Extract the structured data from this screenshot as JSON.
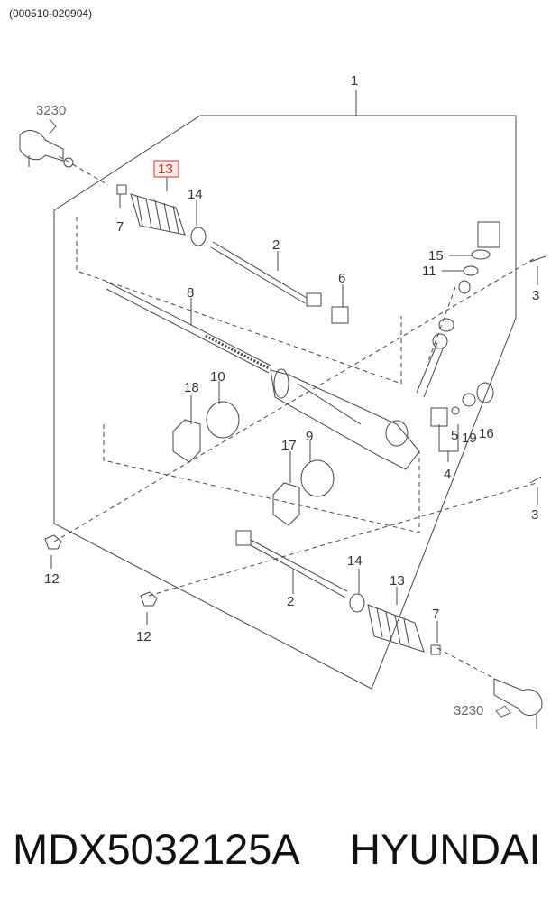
{
  "header": {
    "code": "(000510-020904)"
  },
  "callouts": {
    "c1": "1",
    "c2a": "2",
    "c2b": "2",
    "c3a": "3",
    "c3b": "3",
    "c4": "4",
    "c5": "5",
    "c6": "6",
    "c7a": "7",
    "c7b": "7",
    "c8": "8",
    "c9": "9",
    "c10": "10",
    "c11": "11",
    "c12a": "12",
    "c12b": "12",
    "c13a": "13",
    "c13b": "13",
    "c14a": "14",
    "c14b": "14",
    "c15": "15",
    "c16": "16",
    "c17": "17",
    "c18": "18",
    "c19": "19",
    "ref3230a": "3230",
    "ref3230b": "3230"
  },
  "highlight": {
    "color": "#d9534f"
  },
  "footer": {
    "part_number": "MDX5032125A",
    "brand": "HYUNDAI"
  }
}
